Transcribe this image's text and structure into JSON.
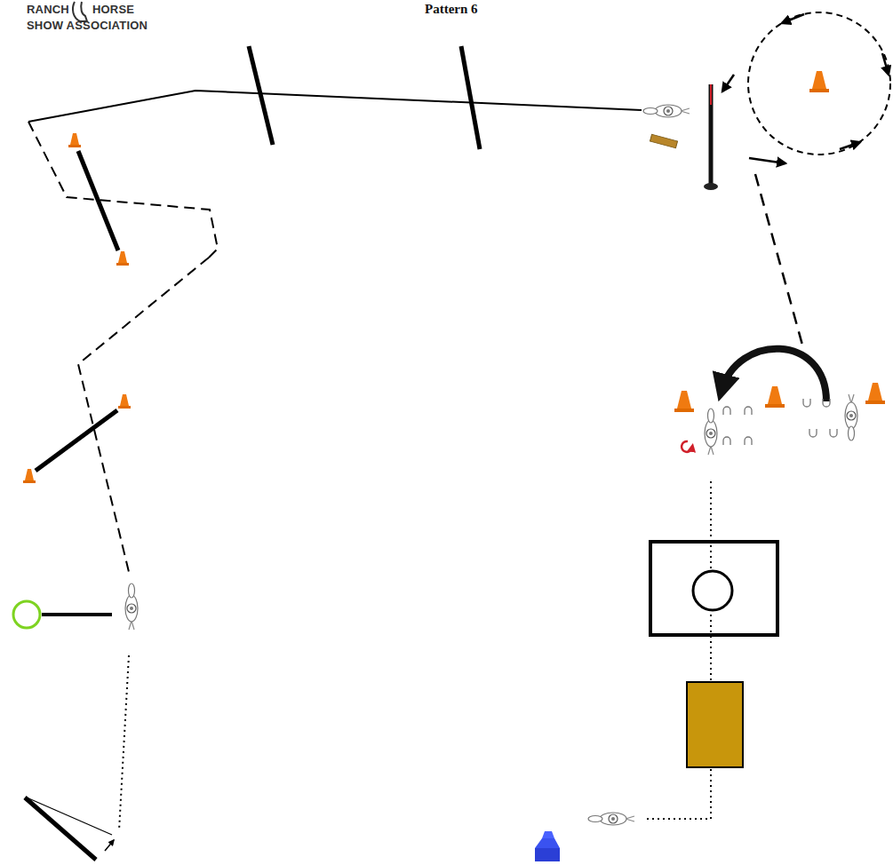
{
  "diagram": {
    "title": "Pattern 6",
    "labels": [
      "RANCH",
      "HORSE",
      "SHOW ASSOCIATION"
    ]
  }
}
